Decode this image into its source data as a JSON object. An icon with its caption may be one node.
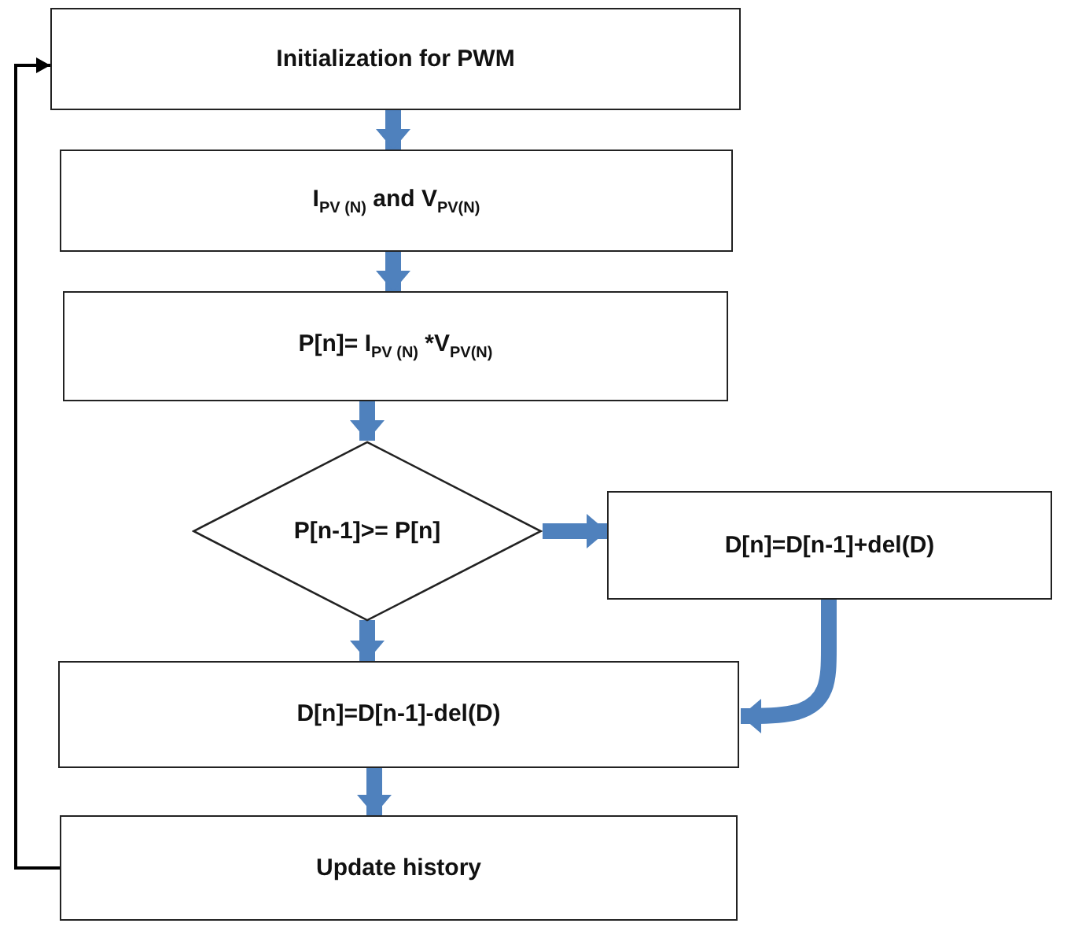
{
  "diagram": {
    "nodes": [
      {
        "text": [
          "Initialization for PWM"
        ]
      },
      {
        "text": [
          "I$_{PV (N)}$ and V$_{PV(N)}$"
        ]
      },
      {
        "text": [
          "P[n]= I$_{PV (N)}$ *V$_{PV(N)}$"
        ]
      },
      {
        "text": [
          "P[n-1]>= P[n]"
        ]
      },
      {
        "text": [
          "D[n]=D[n-1]+del(D)"
        ]
      },
      {
        "text": [
          "D[n]=D[n-1]-del(D)"
        ]
      },
      {
        "text": [
          "Update history"
        ]
      }
    ],
    "edges": [
      {
        "from": 0,
        "to": 1,
        "arrow": "to"
      },
      {
        "from": 1,
        "to": 2,
        "arrow": "to"
      },
      {
        "from": 2,
        "to": 3,
        "arrow": "to"
      },
      {
        "from": 3,
        "to": 4,
        "arrow": "to"
      },
      {
        "from": 3,
        "to": 5,
        "arrow": "to"
      },
      {
        "from": 4,
        "to": 5,
        "arrow": "to"
      },
      {
        "from": 5,
        "to": 6,
        "arrow": "to"
      },
      {
        "from": 6,
        "to": 0,
        "arrow": "to",
        "color": "#000000"
      }
    ]
  }
}
